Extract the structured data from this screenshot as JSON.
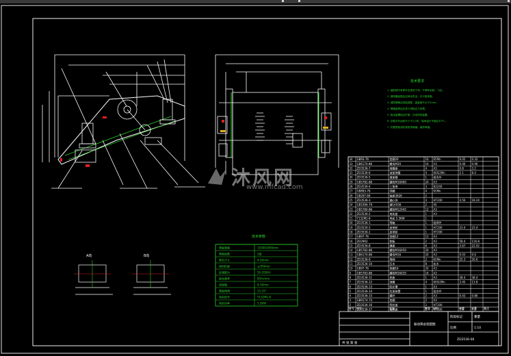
{
  "window": {
    "title": ""
  },
  "watermark": {
    "brand": "沐风网",
    "url": "www.mfcad.com"
  },
  "drawing": {
    "notes_title": "技术要求",
    "notes": [
      "1. 装配前所有零件应清洗干净，不得有毛刺、飞边。",
      "2. 激振器装配后应转动灵活，无卡阻现象。",
      "3. 减振弹簧应成组选配，高度差不大于2mm。",
      "4. 筛箱组焊后应进行消除应力处理。",
      "5. 各连接螺栓应拧紧，并设防松装置。",
      "6. 空载试车运转不少于2小时，轴承温升不超过40℃。",
      "7. 外露表面涂防锈底漆两遍、面漆两遍。"
    ],
    "spec_title": "技术参数",
    "spec_rows": [
      [
        "筛面规格",
        "1500X3000mm"
      ],
      [
        "筛面层数",
        "2层"
      ],
      [
        "筛孔尺寸",
        "6-50mm"
      ],
      [
        "给料粒度",
        "≤200mm"
      ],
      [
        "处理能力",
        "50-200t/h"
      ],
      [
        "振动频率",
        "850r/min"
      ],
      [
        "双振幅",
        "8-10mm"
      ],
      [
        "筛面倾角",
        "15-25°"
      ],
      [
        "电机型号",
        "Y132M1-6"
      ],
      [
        "电机功率",
        "5.5KW"
      ]
    ],
    "section_labels": [
      "A向",
      "B向"
    ],
    "bom_rows": [
      [
        "34",
        "GB93-76",
        "垫圈20",
        "16",
        "65Mn",
        "0.02",
        "0.32"
      ],
      [
        "33",
        "GB6170-86",
        "螺母M20",
        "16",
        "A3",
        "0.06",
        "0.96"
      ],
      [
        "32",
        "ZD3536-7",
        "弹簧座",
        "4",
        "A3",
        "0.8",
        "3.2"
      ],
      [
        "31",
        "ZD3536-6",
        "减振弹簧",
        "4",
        "60Si2Mn",
        "2.1",
        "8.4"
      ],
      [
        "30",
        "ZD3536-5",
        "激振器",
        "1",
        "组合件",
        "",
        ""
      ],
      [
        "29",
        "GB5782-86",
        "螺栓M16X60",
        "24",
        "A3",
        "",
        ""
      ],
      [
        "28",
        "ZD3536-4",
        "三角带",
        "3",
        "B2240",
        "",
        ""
      ],
      [
        "27",
        "GB893-76",
        "挡圈",
        "4",
        "65Mn",
        "",
        ""
      ],
      [
        "26",
        "GB297-84",
        "轴承3626",
        "2",
        "",
        "",
        ""
      ],
      [
        "25",
        "ZD3536-3",
        "偏心块",
        "4",
        "HT200",
        "4.56",
        "18.24"
      ],
      [
        "24",
        "GB1096-79",
        "键14X56",
        "2",
        "45",
        "",
        ""
      ],
      [
        "23",
        "GB5780-86",
        "螺栓M12X45",
        "12",
        "A3",
        "",
        ""
      ],
      [
        "22",
        "ZD3536-2",
        "电机座",
        "1",
        "A3",
        "",
        ""
      ],
      [
        "21",
        "Y132M1-6",
        "电机 5.5KW",
        "1",
        "",
        "",
        ""
      ],
      [
        "20",
        "ZD3536-1",
        "筛箱",
        "1",
        "组焊件",
        "",
        ""
      ],
      [
        "19",
        "ZD3530-2",
        "皮带轮",
        "1",
        "HT200",
        "23.4",
        "23.4"
      ],
      [
        "18",
        "ZD3530-1",
        "皮带轮",
        "1",
        "HT200",
        "",
        ""
      ],
      [
        "17",
        "GB97-76",
        "垫圈12",
        "12",
        "A3",
        "",
        ""
      ],
      [
        "16",
        "ZD2902",
        "侧板",
        "2",
        "A3",
        "58.4",
        "116.8"
      ],
      [
        "15",
        "ZD3536-8",
        "横梁",
        "6",
        "A3",
        "3.67",
        "22.02"
      ],
      [
        "14",
        "GB5782-86",
        "螺栓M16X50",
        "20",
        "A3",
        "",
        ""
      ],
      [
        "13",
        "GB6170-86",
        "螺母M16",
        "20",
        "A3",
        "0.03",
        "0.6"
      ],
      [
        "12",
        "ZD3536-9",
        "筛网",
        "2",
        "65Mn",
        "25.3",
        "50.6"
      ],
      [
        "11",
        "ZD3536-10",
        "压木",
        "8",
        "松木",
        "",
        ""
      ],
      [
        "10",
        "GB97-76",
        "垫圈16",
        "20",
        "A3",
        "",
        ""
      ],
      [
        "9",
        "GB5783-86",
        "螺栓M16X35",
        "16",
        "A3",
        "",
        ""
      ],
      [
        "8",
        "ZD3536-11",
        "底座",
        "1",
        "A3",
        "38.4",
        "38.4"
      ],
      [
        "7",
        "ZD3536-12",
        "弹簧",
        "4",
        "60Si2Mn",
        "3.45",
        "13.8"
      ],
      [
        "6",
        "ZD3536-13",
        "防护罩",
        "1",
        "A3",
        "",
        ""
      ],
      [
        "5",
        "ZD3536-14",
        "拉紧装置",
        "1",
        "组合件",
        "",
        ""
      ],
      [
        "4",
        "ZD3536-15",
        "螺杆",
        "2",
        "A3",
        "0.43",
        "0.86"
      ],
      [
        "3",
        "GB9174-74",
        "垫圈",
        "2",
        "A3",
        "",
        ""
      ],
      [
        "2",
        "ZD3536-16",
        "密封盖",
        "2",
        "HT200",
        "",
        ""
      ],
      [
        "1",
        "ZD3536-17",
        "轴承座",
        "2",
        "HT200",
        "3.6",
        "7.2"
      ]
    ],
    "title_block": {
      "header": [
        "序号",
        "代号",
        "名称",
        "数量",
        "材料",
        "单重",
        "总重",
        "备注"
      ],
      "drawing_name": "振动筛总装配图",
      "drawing_number": "ZD3536-00",
      "stage_label": "阶段标记",
      "weight_label": "重量",
      "scale_label": "比例",
      "scale_value": "1:10",
      "sheet_label": "共 张 第 张"
    }
  }
}
